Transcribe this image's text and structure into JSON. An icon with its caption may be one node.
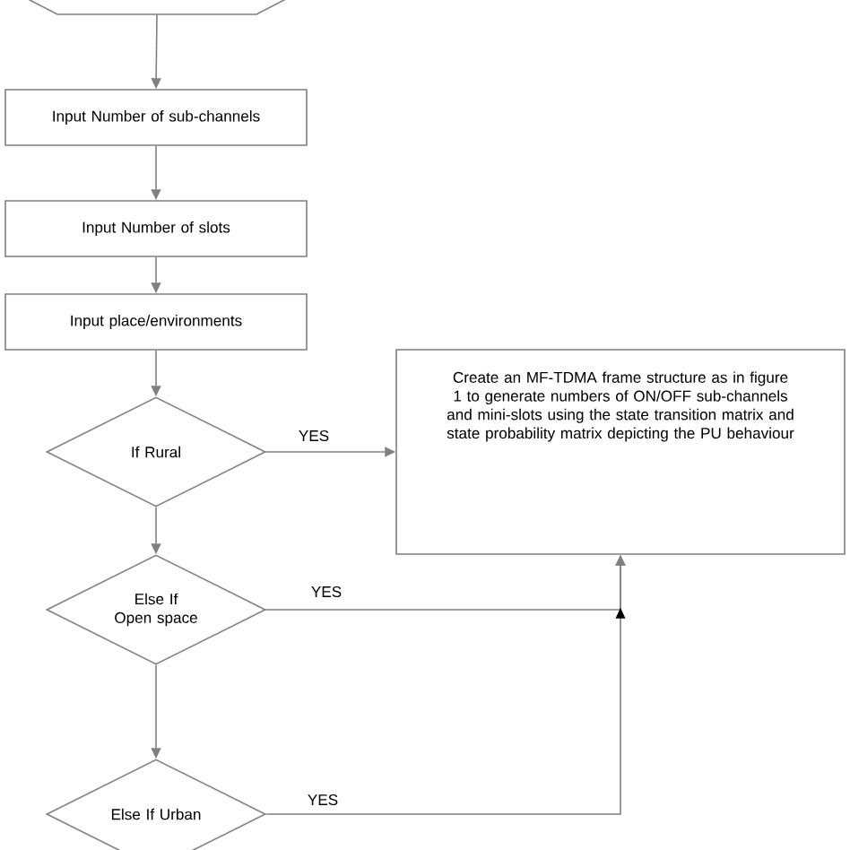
{
  "diagram": {
    "nodes": [
      {
        "text": [],
        "shape": "hexagon"
      },
      {
        "text": [
          "Input Number of sub-channels"
        ]
      },
      {
        "text": [
          "Input Number of slots"
        ]
      },
      {
        "text": [
          "Input place/environments"
        ]
      },
      {
        "text": [
          "If Rural"
        ]
      },
      {
        "text": [
          "Else If Open space"
        ]
      },
      {
        "text": [
          "Else If Urban"
        ]
      },
      {
        "text": [
          "Create an MF-TDMA  frame structure as in figure 1 to  generate numbers of ON/OFF sub-channels and mini-slots using the state transition matrix and state probability matrix depicting the PU behaviour"
        ]
      }
    ],
    "edges": [
      {
        "from": 0,
        "to": 1,
        "arrow": "to"
      },
      {
        "from": 1,
        "to": 2,
        "arrow": "to"
      },
      {
        "from": 2,
        "to": 3,
        "arrow": "to"
      },
      {
        "from": 3,
        "to": 4,
        "arrow": "to"
      },
      {
        "from": 4,
        "to": 7,
        "arrow": "to",
        "label": "YES"
      },
      {
        "from": 4,
        "to": 5,
        "arrow": "to"
      },
      {
        "from": 5,
        "to": 7,
        "arrow": "to",
        "label": "YES"
      },
      {
        "from": 5,
        "to": 6,
        "arrow": "to"
      },
      {
        "from": 6,
        "to": 7,
        "arrow": "to",
        "label": "YES"
      }
    ]
  }
}
